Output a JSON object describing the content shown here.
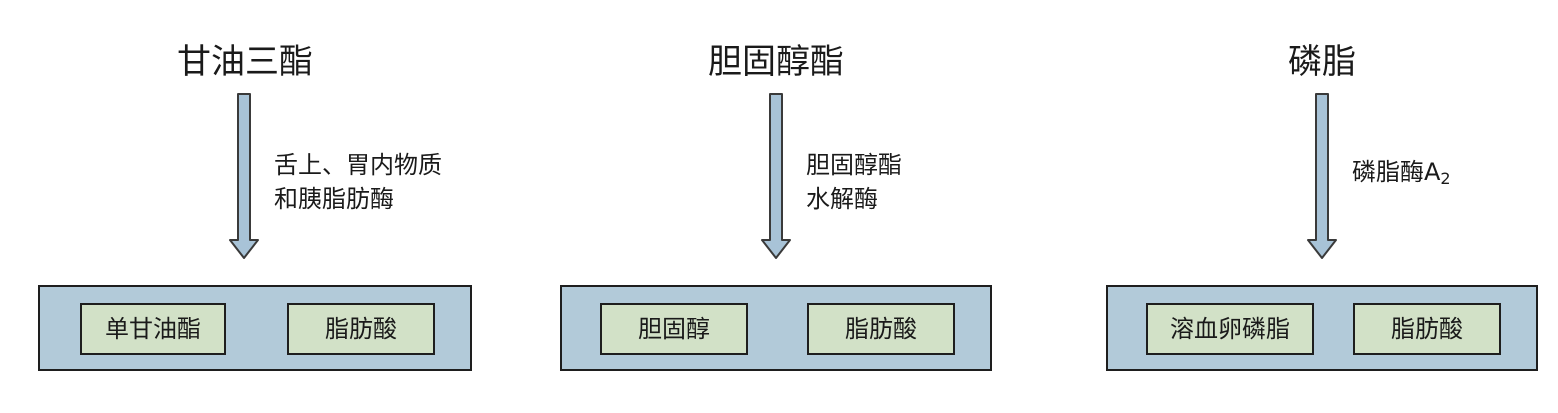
{
  "colors": {
    "arrow_fill": "#a8c3d7",
    "arrow_stroke": "#3a3a3a",
    "product_box_fill": "#b2cad9",
    "product_item_fill": "#d2e1c7",
    "border": "#1e1e1e"
  },
  "columns": [
    {
      "substrate": "甘油三酯",
      "enzyme_lines": [
        "舌上、胃内物质",
        "和胰脂肪酶"
      ],
      "products": [
        "单甘油酯",
        "脂肪酸"
      ]
    },
    {
      "substrate": "胆固醇酯",
      "enzyme_lines": [
        "胆固醇酯",
        "水解酶"
      ],
      "products": [
        "胆固醇",
        "脂肪酸"
      ]
    },
    {
      "substrate": "磷脂",
      "enzyme_main": "磷脂酶A",
      "enzyme_sub": "2",
      "products": [
        "溶血卵磷脂",
        "脂肪酸"
      ]
    }
  ]
}
